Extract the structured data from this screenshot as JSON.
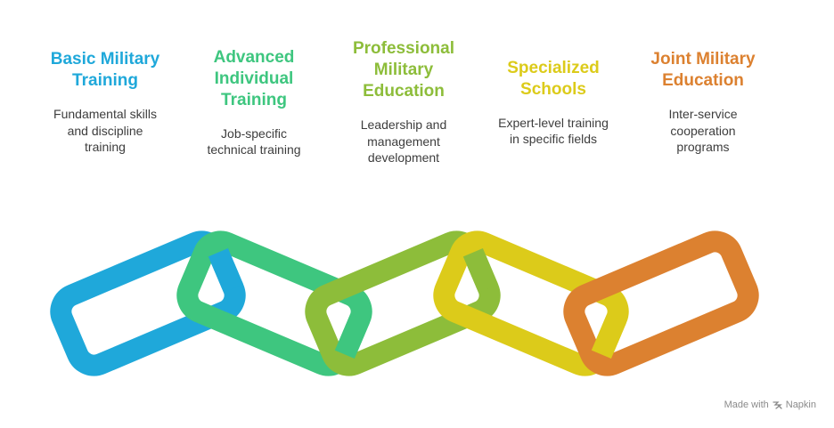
{
  "steps": [
    {
      "title": "Basic Military\nTraining",
      "description": "Fundamental skills\nand discipline\ntraining",
      "color": "#1fa8da"
    },
    {
      "title": "Advanced\nIndividual\nTraining",
      "description": "Job-specific\ntechnical training",
      "color": "#3ec67f"
    },
    {
      "title": "Professional\nMilitary\nEducation",
      "description": "Leadership and\nmanagement\ndevelopment",
      "color": "#8dbd3a"
    },
    {
      "title": "Specialized\nSchools",
      "description": "Expert-level training\nin specific fields",
      "color": "#dccb1a"
    },
    {
      "title": "Joint Military\nEducation",
      "description": "Inter-service\ncooperation\nprograms",
      "color": "#dc8130"
    }
  ],
  "credit": {
    "prefix": "Made with",
    "brand": "Napkin",
    "icon": "napkin-logo-icon"
  }
}
